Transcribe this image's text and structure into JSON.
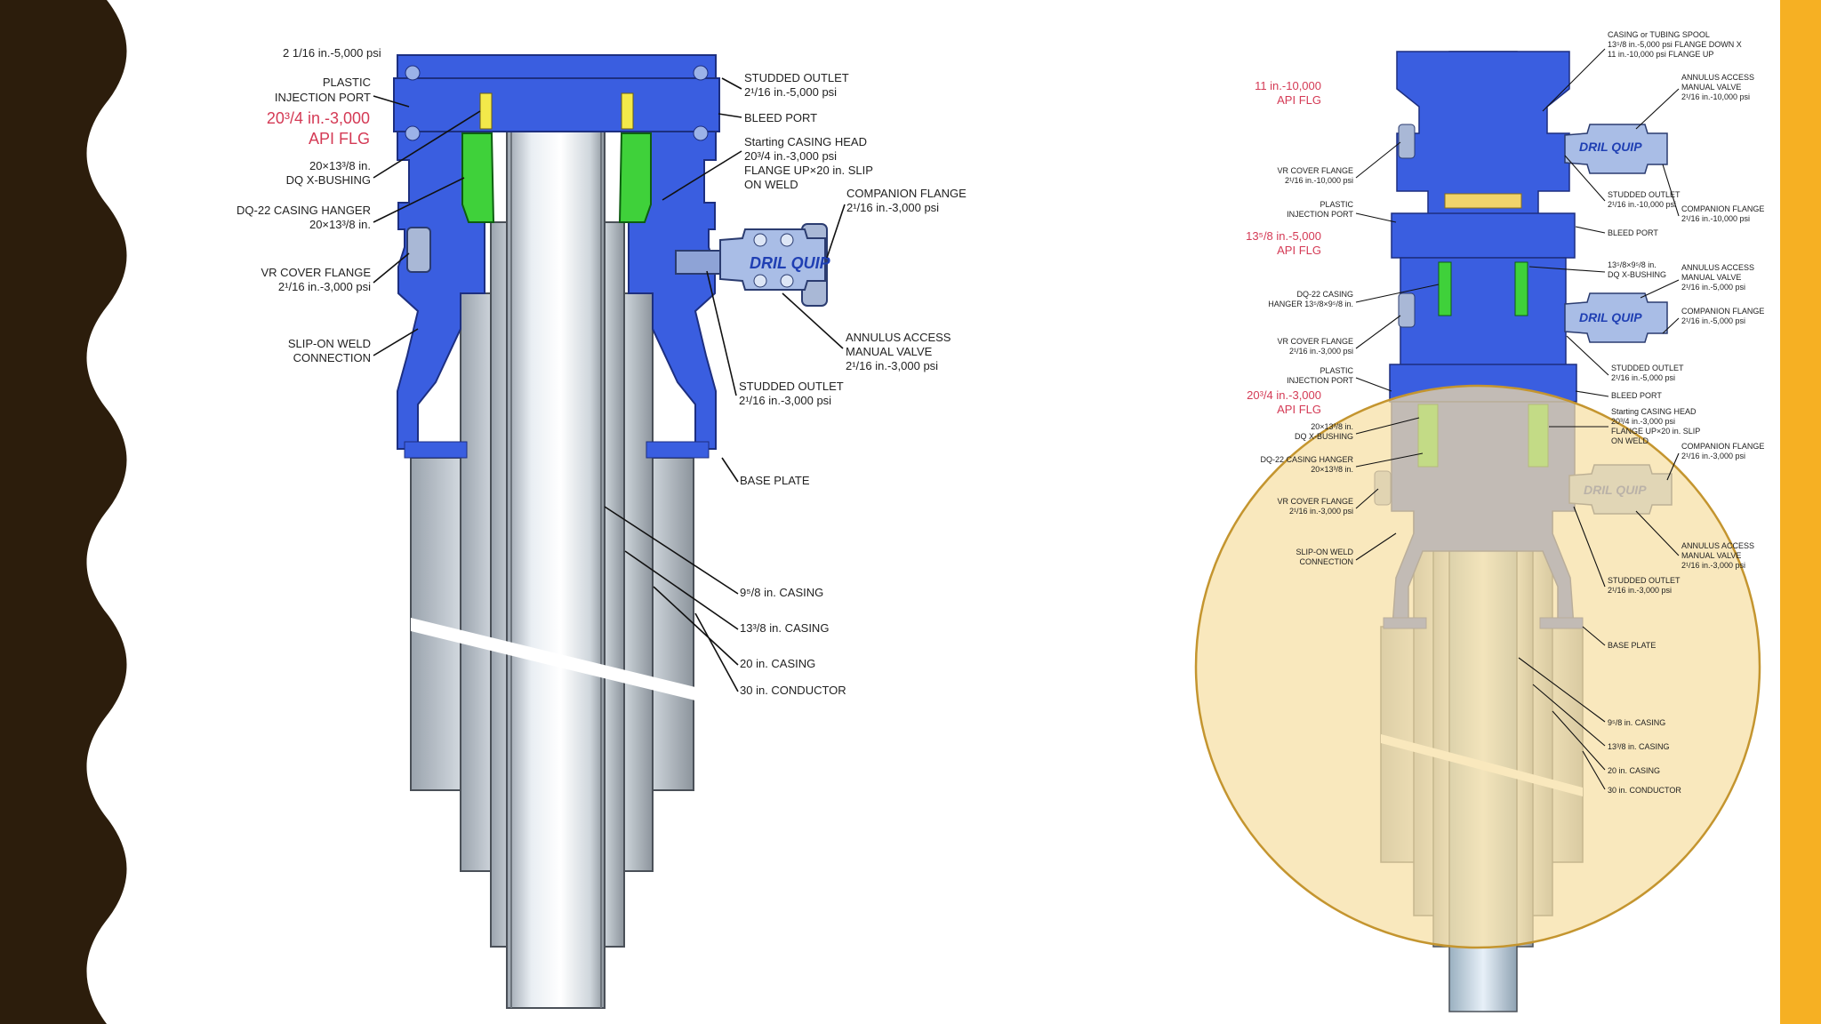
{
  "theme": {
    "left_band": "#2c1d0c",
    "right_band": "#f6b023",
    "highlight_fill": "#f7dfa4",
    "highlight_stroke": "#c4952f",
    "steel_blue": "#3a5ee0",
    "green": "#3fd13a"
  },
  "left_diagram": {
    "top_cut": "2 1/16 in.-5,000 psi",
    "plastic_injection_port": [
      "PLASTIC",
      "INJECTION PORT"
    ],
    "flange_size": "20³/4 in.-3,000",
    "flange_type": "API FLG",
    "x_bushing": [
      "20×13³/8 in.",
      "DQ X-BUSHING"
    ],
    "casing_hanger": [
      "DQ-22 CASING HANGER",
      "20×13³/8 in."
    ],
    "vr_cover_flange": [
      "VR COVER FLANGE",
      "2¹/16 in.-3,000 psi"
    ],
    "slip_on_weld": [
      "SLIP-ON WELD",
      "CONNECTION"
    ],
    "studded_outlet_top": [
      "STUDDED OUTLET",
      "2¹/16 in.-5,000 psi"
    ],
    "bleed_port": "BLEED PORT",
    "starting_casing_head": [
      "Starting CASING HEAD",
      "20³/4 in.-3,000 psi",
      "FLANGE UP×20 in. SLIP",
      "ON WELD"
    ],
    "companion_flange": [
      "COMPANION FLANGE",
      "2¹/16 in.-3,000 psi"
    ],
    "annulus_valve": [
      "ANNULUS ACCESS",
      "MANUAL VALVE",
      "2¹/16 in.-3,000 psi"
    ],
    "studded_outlet_bottom": [
      "STUDDED OUTLET",
      "2¹/16 in.-3,000 psi"
    ],
    "base_plate": "BASE PLATE",
    "casings": [
      "9⁵/8 in. CASING",
      "13³/8 in. CASING",
      "20 in. CASING",
      "30 in. CONDUCTOR"
    ],
    "valve_brand": "DRIL QUIP"
  },
  "right_diagram": {
    "spool": [
      "CASING or TUBING SPOOL",
      "13⁵/8 in.-5,000 psi FLANGE DOWN X",
      "11 in.-10,000 psi FLANGE UP"
    ],
    "flange_11": [
      "11 in.-10,000",
      "API FLG"
    ],
    "annulus_valve_top": [
      "ANNULUS ACCESS",
      "MANUAL VALVE",
      "2¹/16 in.-10,000 psi"
    ],
    "vr_cover_top": [
      "VR COVER FLANGE",
      "2¹/16 in.-10,000 psi"
    ],
    "studded_outlet_top": [
      "STUDDED OUTLET",
      "2¹/16 in.-10,000 psi"
    ],
    "companion_top": [
      "COMPANION FLANGE",
      "2¹/16 in.-10,000 psi"
    ],
    "plastic_port_1": [
      "PLASTIC",
      "INJECTION PORT"
    ],
    "bleed_port_1": "BLEED PORT",
    "flange_1358": [
      "13⁵/8 in.-5,000",
      "API FLG"
    ],
    "x_bushing_1": [
      "13⁵/8×9⁵/8 in.",
      "DQ X-BUSHING"
    ],
    "annulus_valve_mid": [
      "ANNULUS ACCESS",
      "MANUAL VALVE",
      "2¹/16 in.-5,000 psi"
    ],
    "hanger_1": [
      "DQ-22 CASING",
      "HANGER 13⁵/8×9⁵/8 in."
    ],
    "companion_mid": [
      "COMPANION FLANGE",
      "2¹/16 in.-5,000 psi"
    ],
    "vr_cover_mid": [
      "VR COVER FLANGE",
      "2¹/16 in.-3,000 psi"
    ],
    "studded_outlet_mid": [
      "STUDDED OUTLET",
      "2¹/16 in.-5,000 psi"
    ],
    "plastic_port_2": [
      "PLASTIC",
      "INJECTION PORT"
    ],
    "bleed_port_2": "BLEED PORT",
    "flange_2034": [
      "20³/4 in.-3,000",
      "API FLG"
    ],
    "starting_head": [
      "Starting CASING HEAD",
      "20³/4 in.-3,000 psi",
      "FLANGE UP×20 in. SLIP",
      "ON WELD"
    ],
    "x_bushing_2": [
      "20×13³/8 in.",
      "DQ X-BUSHING"
    ],
    "companion_low": [
      "COMPANION FLANGE",
      "2¹/16 in.-3,000 psi"
    ],
    "hanger_2": [
      "DQ-22 CASING HANGER",
      "20×13³/8 in."
    ],
    "vr_cover_low": [
      "VR COVER FLANGE",
      "2¹/16 in.-3,000 psi"
    ],
    "slip_on_weld": [
      "SLIP-ON WELD",
      "CONNECTION"
    ],
    "annulus_valve_low": [
      "ANNULUS ACCESS",
      "MANUAL VALVE",
      "2¹/16 in.-3,000 psi"
    ],
    "studded_outlet_low": [
      "STUDDED OUTLET",
      "2¹/16 in.-3,000 psi"
    ],
    "base_plate": "BASE PLATE",
    "casings": [
      "9⁵/8 in. CASING",
      "13³/8 in. CASING",
      "20 in. CASING",
      "30 in. CONDUCTOR"
    ]
  }
}
